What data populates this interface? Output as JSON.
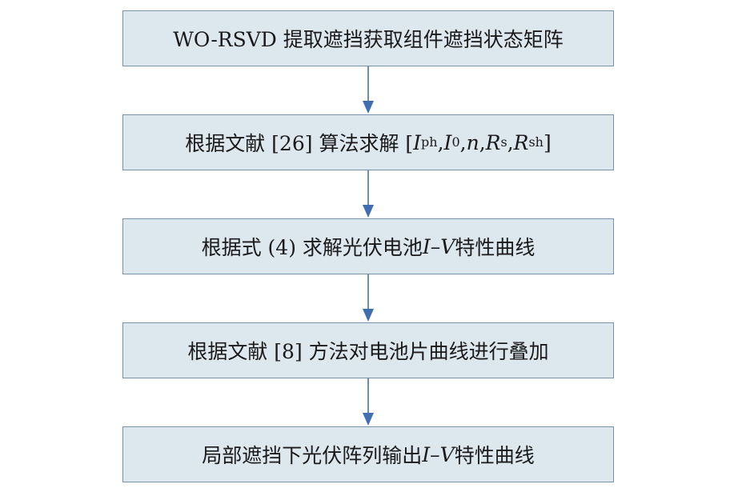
{
  "steps": [
    {
      "text": "WO-RSVD 提取遮挡获取组件遮挡状态矩阵"
    },
    {
      "prefix": "根据文献 [26] 算法求解 [",
      "vars": [
        {
          "base": "I",
          "sub": "ph"
        },
        {
          "base": "I",
          "sub": "0"
        },
        {
          "base": "n",
          "sub": ""
        },
        {
          "base": "R",
          "sub": "s"
        },
        {
          "base": "R",
          "sub": "sh"
        }
      ],
      "separator": " , ",
      "suffix": "]"
    },
    {
      "before": "根据式 (4) 求解光伏电池 ",
      "italic": "I–V",
      "after": " 特性曲线"
    },
    {
      "text": "根据文献 [8] 方法对电池片曲线进行叠加"
    },
    {
      "before": "局部遮挡下光伏阵列输出 ",
      "italic": "I–V",
      "after": " 特性曲线"
    }
  ],
  "colors": {
    "box_fill": "#dde7ee",
    "box_border": "#7592ac",
    "arrow": "#3f6fb0"
  }
}
